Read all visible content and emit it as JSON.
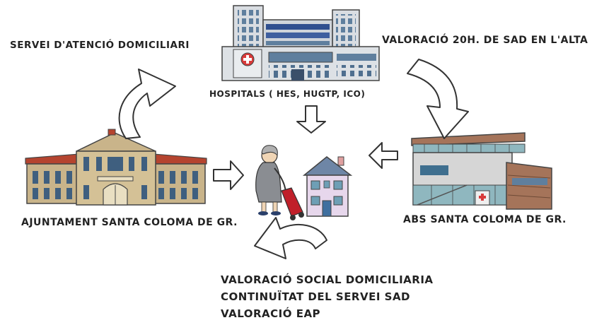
{
  "labels": {
    "servei": "SERVEI D'ATENCIÓ DOMICILIARI",
    "hospitals": "HOSPITALS ( HES, HUGTP, ICO)",
    "valoracio_alta": "VALORACIÓ 20H. DE SAD EN L'ALTA",
    "ajuntament": "AJUNTAMENT SANTA COLOMA DE GR.",
    "abs": "ABS SANTA COLOMA DE GR.",
    "valoracio_social": "VALORACIÓ SOCIAL DOMICILIARIA",
    "continuitat": "CONTINUÏTAT DEL SERVEI SAD",
    "valoracio_eap": "VALORACIÓ EAP"
  },
  "colors": {
    "text": "#222222",
    "hospital_wall": "#d9dde2",
    "hospital_windows": "#5f7f9e",
    "hospital_cross": "#d83a3a",
    "townhall_wall": "#c9b48a",
    "townhall_roof": "#b5442f",
    "clinic_wood": "#a5745a",
    "clinic_glass": "#8fb7bf",
    "house_wall": "#e7d7ec",
    "house_roof": "#6e86a6",
    "bag_red": "#c0202a",
    "coat_gray": "#8a8d92"
  },
  "icons": [
    "hospital-icon",
    "town-hall-icon",
    "health-center-icon",
    "elderly-woman-icon",
    "house-icon"
  ]
}
